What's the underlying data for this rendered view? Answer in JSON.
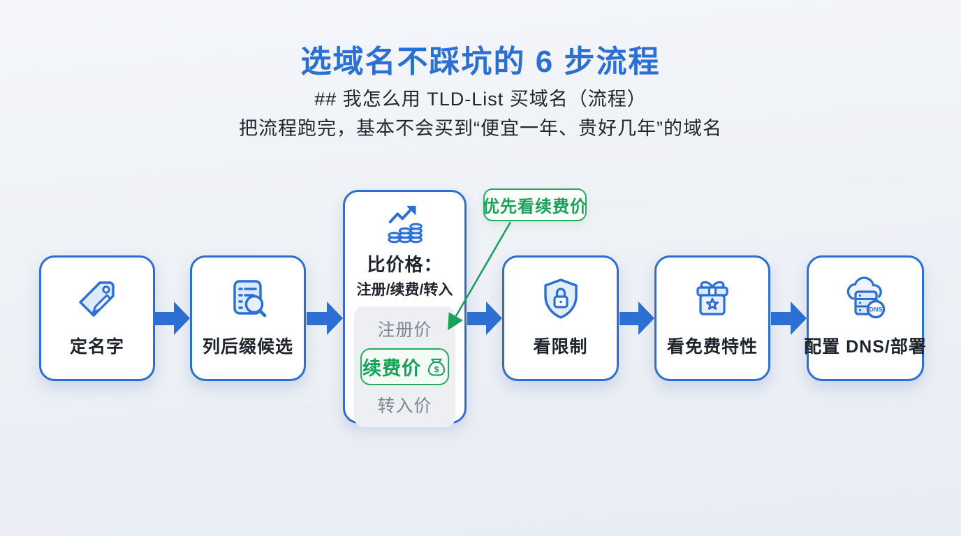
{
  "header": {
    "title": "选域名不踩坑的 6 步流程",
    "subtitle_line1": "## 我怎么用 TLD-List 买域名（流程）",
    "subtitle_line2": "把流程跑完，基本不会买到“便宜一年、贵好几年”的域名"
  },
  "flow": {
    "steps": [
      {
        "id": 1,
        "label": "定名字",
        "icon": "tag-pencil-icon"
      },
      {
        "id": 2,
        "label": "列后缀候选",
        "icon": "list-magnifier-icon"
      },
      {
        "id": 3,
        "label": "比价格：",
        "sublabel": "注册/续费/转入",
        "icon": "chart-coins-icon",
        "price_items": [
          {
            "label": "注册价",
            "highlighted": false
          },
          {
            "label": "续费价",
            "highlighted": true,
            "bag_symbol": "$"
          },
          {
            "label": "转入价",
            "highlighted": false
          }
        ]
      },
      {
        "id": 4,
        "label": "看限制",
        "icon": "shield-lock-icon"
      },
      {
        "id": 5,
        "label": "看免费特性",
        "icon": "gift-icon"
      },
      {
        "id": 6,
        "label": "配置 DNS/部署",
        "icon": "cloud-dns-icon",
        "badge": "DNS"
      }
    ],
    "callout": {
      "label": "优先看续费价"
    }
  },
  "colors": {
    "accent_blue": "#2b6fd4",
    "title_blue": "#2a6fd4",
    "accent_green": "#1ba15a",
    "green_border": "#27ab63",
    "text_dark": "#1f242c",
    "text_gray": "#7e8792",
    "panel_gray": "#edeff3",
    "background": "#eef1f6"
  }
}
